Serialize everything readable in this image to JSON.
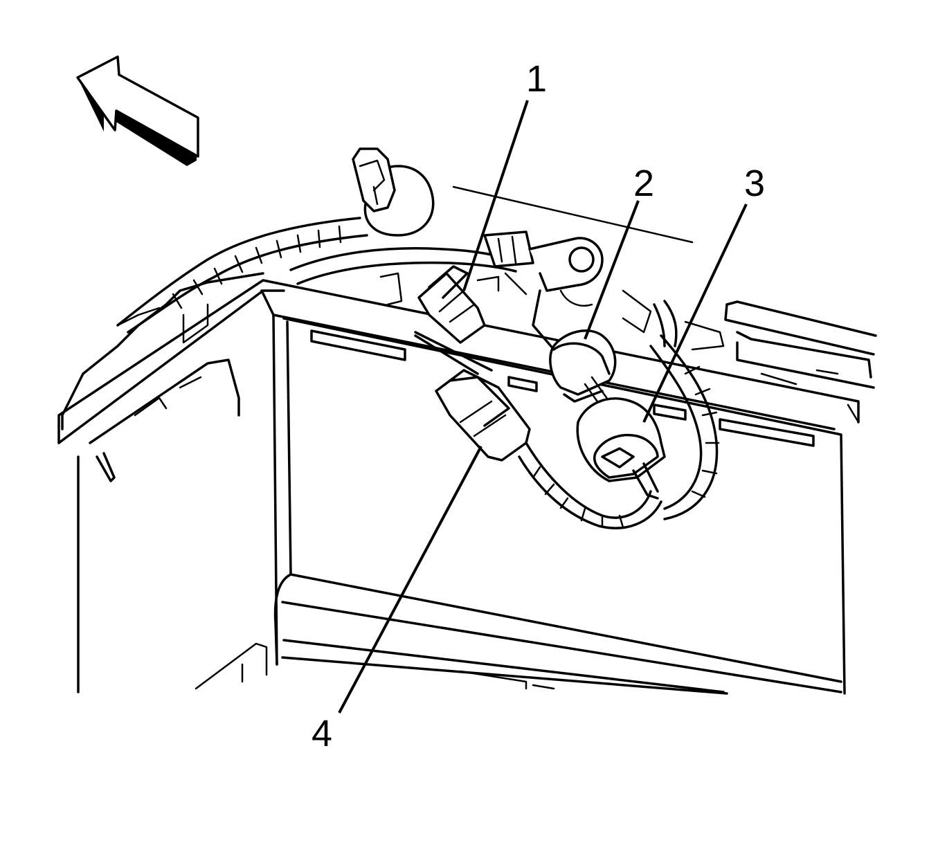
{
  "callouts": [
    {
      "id": "1",
      "label": "1"
    },
    {
      "id": "2",
      "label": "2"
    },
    {
      "id": "3",
      "label": "3"
    },
    {
      "id": "4",
      "label": "4"
    }
  ],
  "colors": {
    "line": "#000000",
    "background": "#ffffff"
  },
  "icons": [
    "direction-arrow-icon"
  ]
}
